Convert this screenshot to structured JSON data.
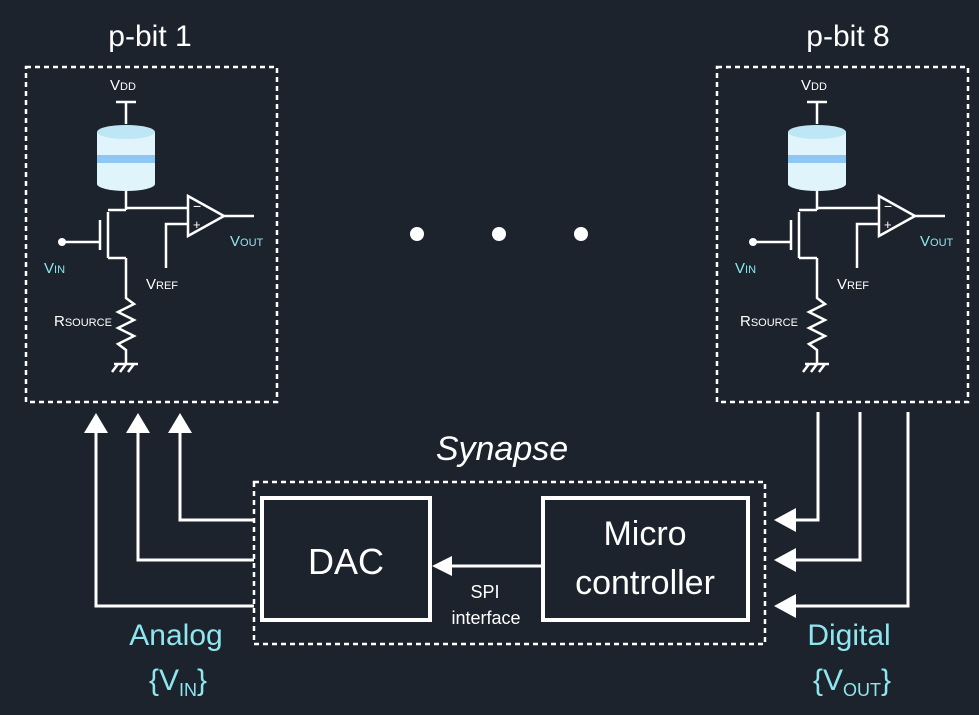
{
  "colors": {
    "background": "#1c232d",
    "foreground": "#ffffff",
    "accent_cyan": "#8ee6ee",
    "mtj_body": "#dff4fb",
    "mtj_band": "#8fc7f4"
  },
  "pbit_left": {
    "title": "p-bit 1",
    "vdd_main": "V",
    "vdd_sub": "DD",
    "vin_main": "V",
    "vin_sub": "IN",
    "vout_main": "V",
    "vout_sub": "OUT",
    "vref_main": "V",
    "vref_sub": "REF",
    "rsource_main": "R",
    "rsource_sub": "SOURCE",
    "comparator_minus": "−",
    "comparator_plus": "+"
  },
  "pbit_right": {
    "title": "p-bit 8",
    "vdd_main": "V",
    "vdd_sub": "DD",
    "vin_main": "V",
    "vin_sub": "IN",
    "vout_main": "V",
    "vout_sub": "OUT",
    "vref_main": "V",
    "vref_sub": "REF",
    "rsource_main": "R",
    "rsource_sub": "SOURCE",
    "comparator_minus": "−",
    "comparator_plus": "+"
  },
  "ellipsis_dots": 3,
  "synapse": {
    "title": "Synapse",
    "dac_label": "DAC",
    "micro_line1": "Micro",
    "micro_line2": "controller",
    "spi_line1": "SPI",
    "spi_line2": "interface"
  },
  "analog": {
    "label": "Analog",
    "brace_open": "{V",
    "sub": "IN",
    "brace_close": "}"
  },
  "digital": {
    "label": "Digital",
    "brace_open": "{V",
    "sub": "OUT",
    "brace_close": "}"
  }
}
